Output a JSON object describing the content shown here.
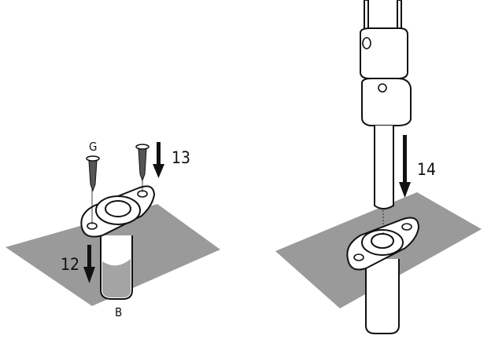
{
  "labels": {
    "screw_label": "G",
    "step_13": "13",
    "step_12": "12",
    "tube_label": "B",
    "step_14": "14"
  },
  "colors": {
    "surface": "#9a9a9a",
    "line": "#111111"
  }
}
